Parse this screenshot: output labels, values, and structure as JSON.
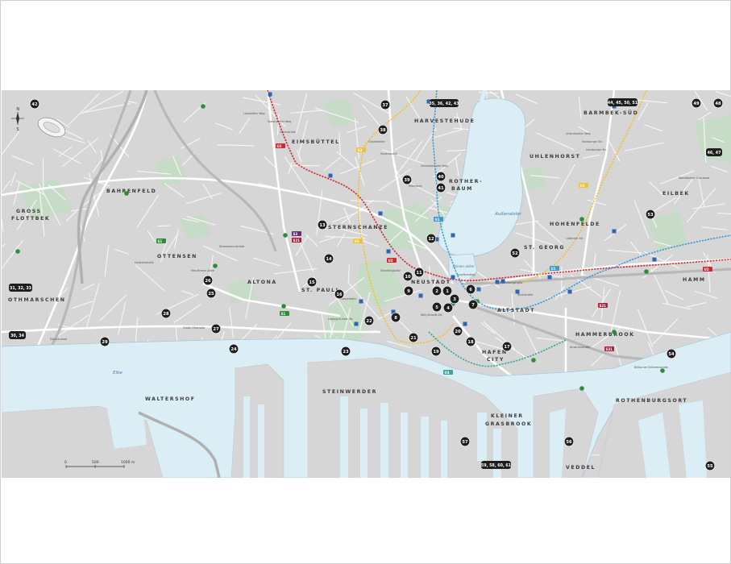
{
  "districts": [
    {
      "id": "eimsbuettel",
      "label": "EIMSBÜTTEL"
    },
    {
      "id": "harvestehude",
      "label": "HARVESTEHUDE"
    },
    {
      "id": "barmbek-sued",
      "label": "BARMBEK-SÜD"
    },
    {
      "id": "uhlenhorst",
      "label": "UHLENHORST"
    },
    {
      "id": "rotherbaum-1",
      "label": "ROTHER-"
    },
    {
      "id": "rotherbaum-2",
      "label": "BAUM"
    },
    {
      "id": "bahrenfeld",
      "label": "BAHRENFELD"
    },
    {
      "id": "eilbek",
      "label": "EILBEK"
    },
    {
      "id": "gross-flottbek-1",
      "label": "GROSS"
    },
    {
      "id": "gross-flottbek-2",
      "label": "FLOTTBEK"
    },
    {
      "id": "sternschanze",
      "label": "STERNSCHANZE"
    },
    {
      "id": "hohenfelde",
      "label": "HOHENFELDE"
    },
    {
      "id": "ottensen",
      "label": "OTTENSEN"
    },
    {
      "id": "st-georg",
      "label": "ST. GEORG"
    },
    {
      "id": "altona",
      "label": "ALTONA"
    },
    {
      "id": "st-pauli",
      "label": "ST. PAULI"
    },
    {
      "id": "neustadt",
      "label": "NEUSTADT"
    },
    {
      "id": "hamm",
      "label": "HAMM"
    },
    {
      "id": "othmarschen",
      "label": "OTHMARSCHEN"
    },
    {
      "id": "altstadt",
      "label": "ALTSTADT"
    },
    {
      "id": "hammerbrook",
      "label": "HAMMERBROOK"
    },
    {
      "id": "hafencity-1",
      "label": "HAFEN"
    },
    {
      "id": "hafencity-2",
      "label": "CITY"
    },
    {
      "id": "waltershof",
      "label": "WALTERSHOF"
    },
    {
      "id": "steinwerder",
      "label": "STEINWERDER"
    },
    {
      "id": "rothenburgsort",
      "label": "ROTHENBURGSORT"
    },
    {
      "id": "kleiner-grasbrook-1",
      "label": "KLEINER"
    },
    {
      "id": "kleiner-grasbrook-2",
      "label": "GRASBROOK"
    },
    {
      "id": "veddel",
      "label": "VEDDEL"
    }
  ],
  "water_labels": {
    "aussenalster": "Außenalster",
    "binnenalster": "Binnen-alster",
    "elbe": "Elbe"
  },
  "streets": [
    "Lokstedter Weg",
    "Eppendorfer Weg",
    "Osterstraße",
    "Grindelallee",
    "Hallerstraße",
    "Mittelweg",
    "Harvestehuder Weg",
    "Uhlenhorster Weg",
    "Hamburger Str.",
    "Wandsbeker Chaussee",
    "Lübecker Str.",
    "Stresemannstraße",
    "Holstenstraße",
    "Max-Brauer-Allee",
    "Reeperbahn",
    "Große Elbstraße",
    "Elbchaussee",
    "Ludwig-Erhard-Str.",
    "Mönckebergstraße",
    "Steinstraße",
    "Amsinckstraße",
    "Billhorner Brückenstraße",
    "Hamburger Str.",
    "Sievekingplatz",
    "Jungfernstieg",
    "Willy-Brandt-Str."
  ],
  "pois_circle": [
    "1",
    "2",
    "3",
    "4",
    "5",
    "6",
    "7",
    "8",
    "9",
    "10",
    "11",
    "12",
    "13",
    "14",
    "15",
    "16",
    "17",
    "18",
    "19",
    "20",
    "21",
    "22",
    "23",
    "24",
    "25",
    "26",
    "27",
    "28",
    "29",
    "37",
    "38",
    "39",
    "40",
    "41",
    "42",
    "48",
    "49",
    "52",
    "53",
    "54",
    "55",
    "56",
    "57"
  ],
  "pois_rect": [
    "31, 32, 33",
    "30, 34",
    "35, 36, 42, 43",
    "44, 45, 50, 51",
    "46, 47",
    "59, 58, 60, 61"
  ],
  "transit_lines": [
    "U1",
    "U2",
    "U3",
    "U4",
    "S1",
    "S3",
    "S21",
    "S31"
  ],
  "icons": {
    "compass": "compass-icon",
    "transit_u": "u-bahn-icon",
    "transit_s": "s-bahn-icon"
  },
  "scale": {
    "zero": "0",
    "mid": "500",
    "end": "1000 m"
  },
  "compass": {
    "n": "N",
    "s": "S"
  },
  "colors": {
    "land": "#d6d6d6",
    "streets": "#f5f5f5",
    "water": "#dbeef6",
    "park": "#c7dcc7",
    "poi": "#1e1e1e",
    "u1": "#3a9bd5",
    "u2": "#d7262e",
    "u3": "#f2c12e",
    "u4": "#37a79b",
    "sbahn": "#2e8b3a"
  }
}
